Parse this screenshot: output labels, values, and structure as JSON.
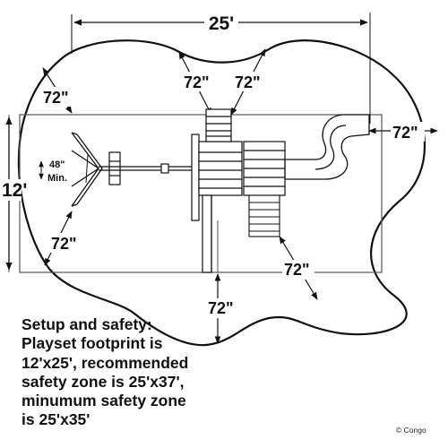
{
  "dimensions": {
    "overall_width": "25'",
    "overall_depth": "12'",
    "clearance_top_left": "72\"",
    "clearance_top_mid": "72\"",
    "clearance_top_right": "72\"",
    "clearance_slide_right": "72\"",
    "clearance_swing_bottom": "72\"",
    "clearance_ladder": "72\"",
    "clearance_bottom": "72\"",
    "swing_min_value": "48\"",
    "swing_min_label": "Min."
  },
  "notes": {
    "line1": "Setup and safety:",
    "line2": "Playset footprint is",
    "line3": "12'x25', recommended",
    "line4": "safety zone is 25'x37',",
    "line5": "minumum safety zone",
    "line6": "is 25'x35'"
  },
  "copyright": "© Congo"
}
